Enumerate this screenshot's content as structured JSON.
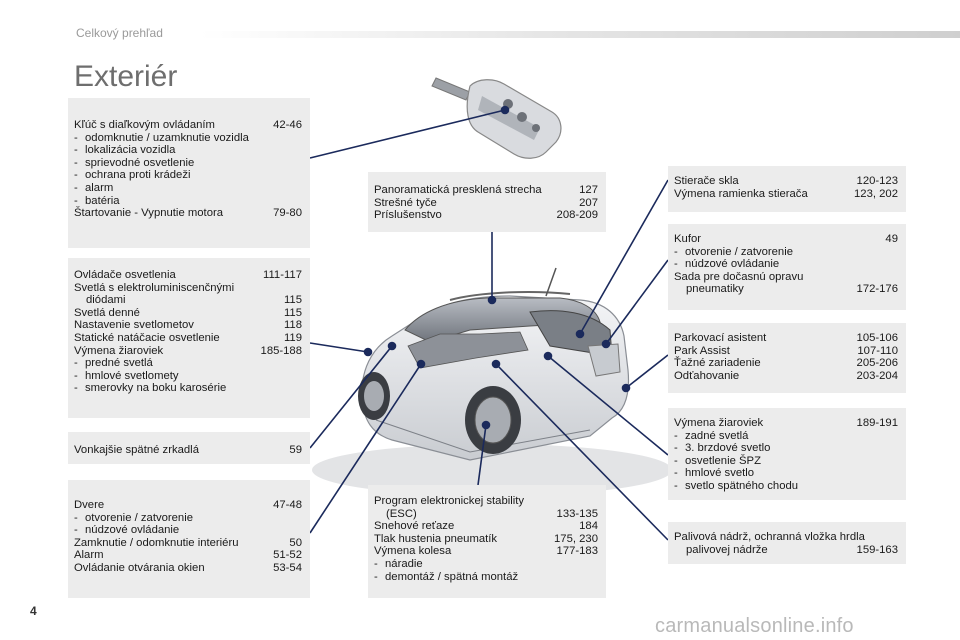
{
  "header": {
    "section": "Celkový prehľad"
  },
  "page_title": "Exteriér",
  "page_number": "4",
  "watermark": "carmanualsonline.info",
  "boxes": {
    "key": {
      "l1": {
        "t": "Kľúč s diaľkovým ovládaním",
        "p": "42-46"
      },
      "s1": "odomknutie / uzamknutie vozidla",
      "s2": "lokalizácia vozidla",
      "s3": "sprievodné osvetlenie",
      "s4": "ochrana proti krádeži",
      "s5": "alarm",
      "s6": "batéria",
      "l2": {
        "t": "Štartovanie - Vypnutie motora",
        "p": "79-80"
      }
    },
    "lights": {
      "l1": {
        "t": "Ovládače osvetlenia",
        "p": "111-117"
      },
      "l2a": "Svetlá s elektroluminiscenčnými",
      "l2b": {
        "t": "diódami",
        "p": "115"
      },
      "l3": {
        "t": "Svetlá denné",
        "p": "115"
      },
      "l4": {
        "t": "Nastavenie svetlometov",
        "p": "118"
      },
      "l5": {
        "t": "Statické natáčacie osvetlenie",
        "p": "119"
      },
      "l6": {
        "t": "Výmena žiaroviek",
        "p": "185-188"
      },
      "s1": "predné svetlá",
      "s2": "hmlové svetlomety",
      "s3": "smerovky na boku karosérie"
    },
    "mirrors": {
      "l1": {
        "t": "Vonkajšie spätné zrkadlá",
        "p": "59"
      }
    },
    "doors": {
      "l1": {
        "t": "Dvere",
        "p": "47-48"
      },
      "s1": "otvorenie / zatvorenie",
      "s2": "núdzové ovládanie",
      "l2": {
        "t": "Zamknutie / odomknutie interiéru",
        "p": "50"
      },
      "l3": {
        "t": "Alarm",
        "p": "51-52"
      },
      "l4": {
        "t": "Ovládanie otvárania okien",
        "p": "53-54"
      }
    },
    "roof": {
      "l1": {
        "t": "Panoramatická presklená strecha",
        "p": "127"
      },
      "l2": {
        "t": "Strešné tyče",
        "p": "207"
      },
      "l3": {
        "t": "Príslušenstvo",
        "p": "208-209"
      }
    },
    "esc": {
      "l1a": "Program elektronickej stability",
      "l1b": {
        "t": "(ESC)",
        "p": "133-135"
      },
      "l2": {
        "t": "Snehové reťaze",
        "p": "184"
      },
      "l3": {
        "t": "Tlak hustenia pneumatík",
        "p": "175, 230"
      },
      "l4": {
        "t": "Výmena kolesa",
        "p": "177-183"
      },
      "s1": "náradie",
      "s2": "demontáž / spätná montáž"
    },
    "wipers": {
      "l1": {
        "t": "Stierače skla",
        "p": "120-123"
      },
      "l2": {
        "t": "Výmena ramienka stierača",
        "p": "123, 202"
      }
    },
    "boot": {
      "l1": {
        "t": "Kufor",
        "p": "49"
      },
      "s1": "otvorenie / zatvorenie",
      "s2": "núdzové ovládanie",
      "l2a": "Sada pre dočasnú opravu",
      "l2b": {
        "t": "pneumatiky",
        "p": "172-176"
      }
    },
    "parking": {
      "l1": {
        "t": "Parkovací asistent",
        "p": "105-106"
      },
      "l2": {
        "t": "Park Assist",
        "p": "107-110"
      },
      "l3": {
        "t": "Ťažné zariadenie",
        "p": "205-206"
      },
      "l4": {
        "t": "Odťahovanie",
        "p": "203-204"
      }
    },
    "rearbulbs": {
      "l1": {
        "t": "Výmena žiaroviek",
        "p": "189-191"
      },
      "s1": "zadné svetlá",
      "s2": "3. brzdové svetlo",
      "s3": "osvetlenie ŠPZ",
      "s4": "hmlové svetlo",
      "s5": "svetlo spätného chodu"
    },
    "fuel": {
      "l1a": "Palivová nádrž, ochranná vložka hrdla",
      "l1b": {
        "t": "palivovej nádrže",
        "p": "159-163"
      }
    }
  },
  "colors": {
    "box_bg": "#ececec",
    "leader_line": "#1b2a5c",
    "title": "#6e6e6e"
  }
}
